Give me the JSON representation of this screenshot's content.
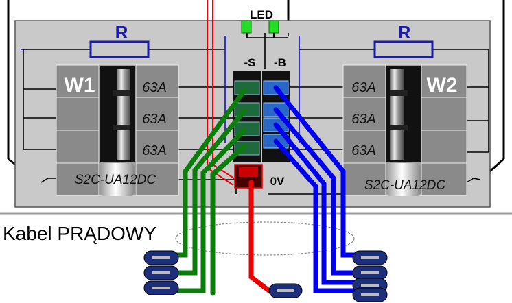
{
  "labels": {
    "led": "LED",
    "resistor_left": "R",
    "resistor_right": "R",
    "neg_s": "-S",
    "neg_b": "-B",
    "zero_v": "0V",
    "module_left": "W1",
    "module_right": "W2",
    "breaker_rating": "63A",
    "breaker_model_left": "S2C-UA12DC",
    "breaker_model_right": "S2C-UA12DC",
    "cable": "Kabel PRĄDOWY"
  },
  "colors": {
    "green_wire": "#0b7d0b",
    "blue_wire": "#0000ee",
    "red_wire": "#ee0000",
    "resistor": "#1c1cab",
    "panel": "#c9c9c9",
    "connector": "#1d2f7a"
  }
}
